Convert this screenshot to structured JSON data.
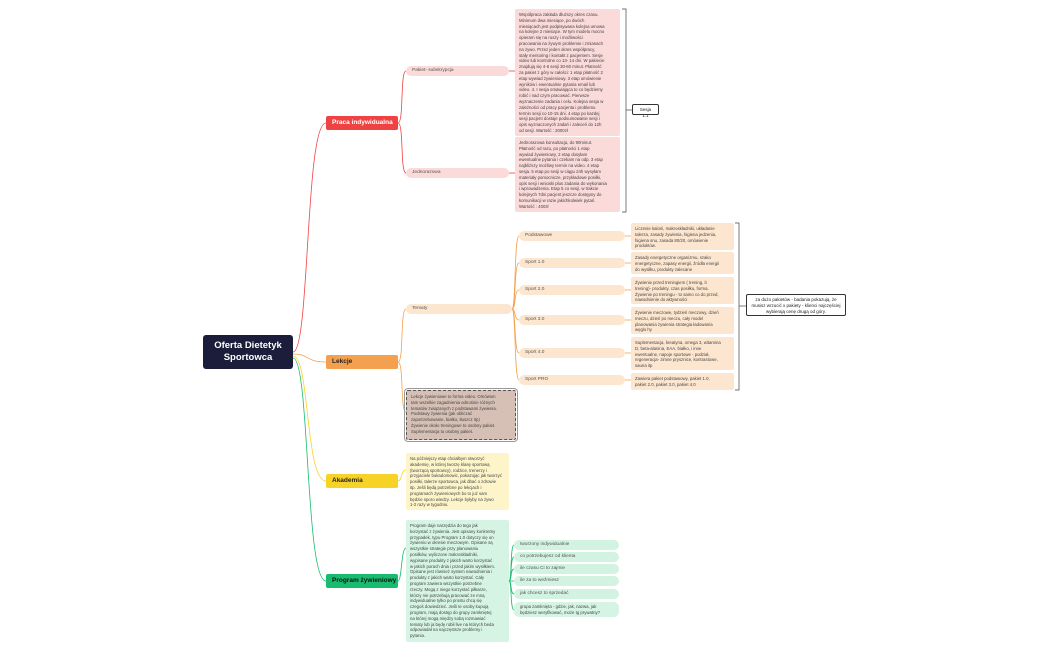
{
  "root": {
    "title": "Oferta Dietetyk Sportowca"
  },
  "colors": {
    "root": "#1b1d3a",
    "red": "#ef4343",
    "orange": "#f4a14f",
    "yellow": "#f7d327",
    "green": "#19bb6f"
  },
  "branches": {
    "praca": {
      "label": "Praca indywidualna",
      "pakiet": {
        "label": "Pakiet- subskrypcja",
        "note": "Współpraca zakłada dłuższy okres czasu.\nMinimum dwa miesiące, po dwóch\nmiesiącach jest podpisywana kolejna umowa\nna kolejne 2 miesiące. W tym modelu mocno\nopieram się na ruszy i możliwości\npracowania na żywym problemie i zmianach\nna żywo. Przez jeden okres współpracy,\nstały mentoring i kontakt z pacjentem. Sesje\nvideo lub kontrolne co 13- 14 dni. W pakiecie\nznajdują się 4-6 sesji 30-60 minut. Płatność\nza pakiet z góry w całości: 1 etap płatność 2\netap wywiad żywieniowy. 3 etap omówienie\nwyników i ewentualnie pytania email lub\nvideo. 4. I sesja omawiająca to co będziemy\nrobić i nad czym pracować. Pierwsze\nwyznaczenie zadania i celu. Kolejna sesja w\nzależności od pracy pacjenta i problemu\ntermin sesji co 10-15 dni. 4 etap po kazdej\nsesji pacjent dostaje podsumowanie sesji i\nopis wyznaczonych zadań i zaleceń do 12h\nod sesji. Wartość : 2000zł"
      },
      "jednorazowa": {
        "label": "Jednorazowa",
        "note": "Jednorazowa konsultacja, do 90minut.\nPłatność od razu, po płatności 1 etap\nwywiad żywieniowy, 2 etap dosyłam\newentualne pytania i czekam na odp. 3 etap\nnajbliższy możliwy termin na video. 4 etap\nsesja. 5 etap po sesji w ciągu 24h wysyłam\nmateriały pomocnicze, przykładowe posiłki,\nopis sesji i wnioski plus zadania do wykonania\ni wprowadzenia. Etap 5 co sesji, w trakcie\nkolejnych 7dni pacjent jeszcze dostępny do\nkomunikacji w razie jakichkolwiek pytań.\nWartość : 400zł"
      },
      "callout": "Sesja 1:1"
    },
    "lekcje": {
      "label": "Lekcje",
      "tematy": {
        "label": "Tematy"
      },
      "items": [
        {
          "label": "Podstawowe",
          "note": "Liczenie kalorii, makroskładniki, układanie\ntalerza, zasady żywienia, higiena jedzenia,\nhigiena snu, zasada 80/20, omówienie\nproduktów."
        },
        {
          "label": "Sport 1.0",
          "note": "Zasady energetyczne organizmu, szako\nenergetyczne, zapasy energii, źródła energii\ndo wysiłku, produkty zalecane"
        },
        {
          "label": "Sport 2.0",
          "note": "Żywienie przed treningiem ( trening, it\ntrening)- produkty, czas posiłku, forma.\nŻywienie po treningu - to samo co do przed,\nnawodnienie do aktywności"
        },
        {
          "label": "Sport 3.0",
          "note": "Żywienie meczowe, tydzień meczowy, dzień\nmeczu, dzień po meczu, cały model\nplanowania żywienia strategia ładowania\nwęglo hy"
        },
        {
          "label": "Sport 4.0",
          "note": "Suplementacja, kreatyna, omega 3, witamina\nD, beta-alanina, EAA, białko, i inne\newentualne, napoje sportowe - podział,\nregeneracja- zimne prysznice, kontrastowe,\nsauna itp"
        },
        {
          "label": "Sport PRO",
          "note": "Zawiera pakiet podstawowy, pakiet 1.0,\npakiet 2.0, pakiet 3.0, pakiet 4.0"
        }
      ],
      "callout": "za dużo pakietów - badania pokazują, że\nmusisz wrzucić x pakiety - klienci\nnajczęściej wybierają cenę drugą od góry.",
      "note": "Lekcje żywieniowe to forma video. Omówion\ntam wszelkie zagadnienia odnośnie różnych\ntematów związanych z podstawami żywienia.\nPodstawy żywienia (jak obliczać\nzapotrzebowanie, białko, tłuszcz itp)\nŻywienie około treningowe to osobny pakiet.\nSuplementacja to osobny pakiet."
    },
    "akademia": {
      "label": "Akademia",
      "note": "Na późniejszy etap chciałbym stworzyć\nakademię, w której tworzę klasę sportową\n(tworzącą sportowcy), rodzice, trenerzy i\nprzyjaciele bukadomowic, pokazując jak tworzyć\nposiłki, talerze sportowca, jak dbać o zdrowie\nitp. Jeśli będą potrzebne po lekcjach i\nprogramach żywieniowych bo to już sam\nbędzie sporo wiedzy. Lekcje byłyby na żywo\n1-2 razy w tygodniu."
    },
    "program": {
      "label": "Program żywieniowy",
      "note": "Program daje narzędzia do tego jak\nkorzystać z żywienia. Jest opisany konkretny\nprzypadek, typu Program 1.0 dotyczy się on\nżywieniu w okresie meczowym. Opisane są\nwszystkie strategie przy planowaniu\nposiłków, wyliczone makroskładniki,\nwypisane produkty z jakich warto korzystać\nw jakich porach dnia i przed jakim wysiłkiem.\nOpisane jest również system nawodnienia i\nprodukty z jakich warto korzystać. Cały\nprogram zawiera wszystkie potrzebne\nrzeczy. Mogą z niego korzystać piłkarze,\nktórzy nie potrzebują pracować ze mną\nindywidualnie tylko po prostu chcą się\nczegoś dowiedzieć. Jeśli te osoby kupują\nprogram, mają dostęp do grupy zamkniętej\nna której mogą między sobą rozmawiać\ntematy lub ja będę robił live na których beda\nodpowiadał na najczęstsze problemy i\npytania.",
      "items": [
        {
          "label": "tworzony indywidualnie"
        },
        {
          "label": "co potrzebujesz od klienta"
        },
        {
          "label": "ile czasu Ci to zajmie"
        },
        {
          "label": "ile za to weźmiesz"
        },
        {
          "label": "jak chcesz to sprzedać"
        },
        {
          "label": "grupa zamknięta - gdzie, jak, nazwa, jak\nbędziesz weryfikować, może tg prywatny?"
        }
      ]
    }
  }
}
